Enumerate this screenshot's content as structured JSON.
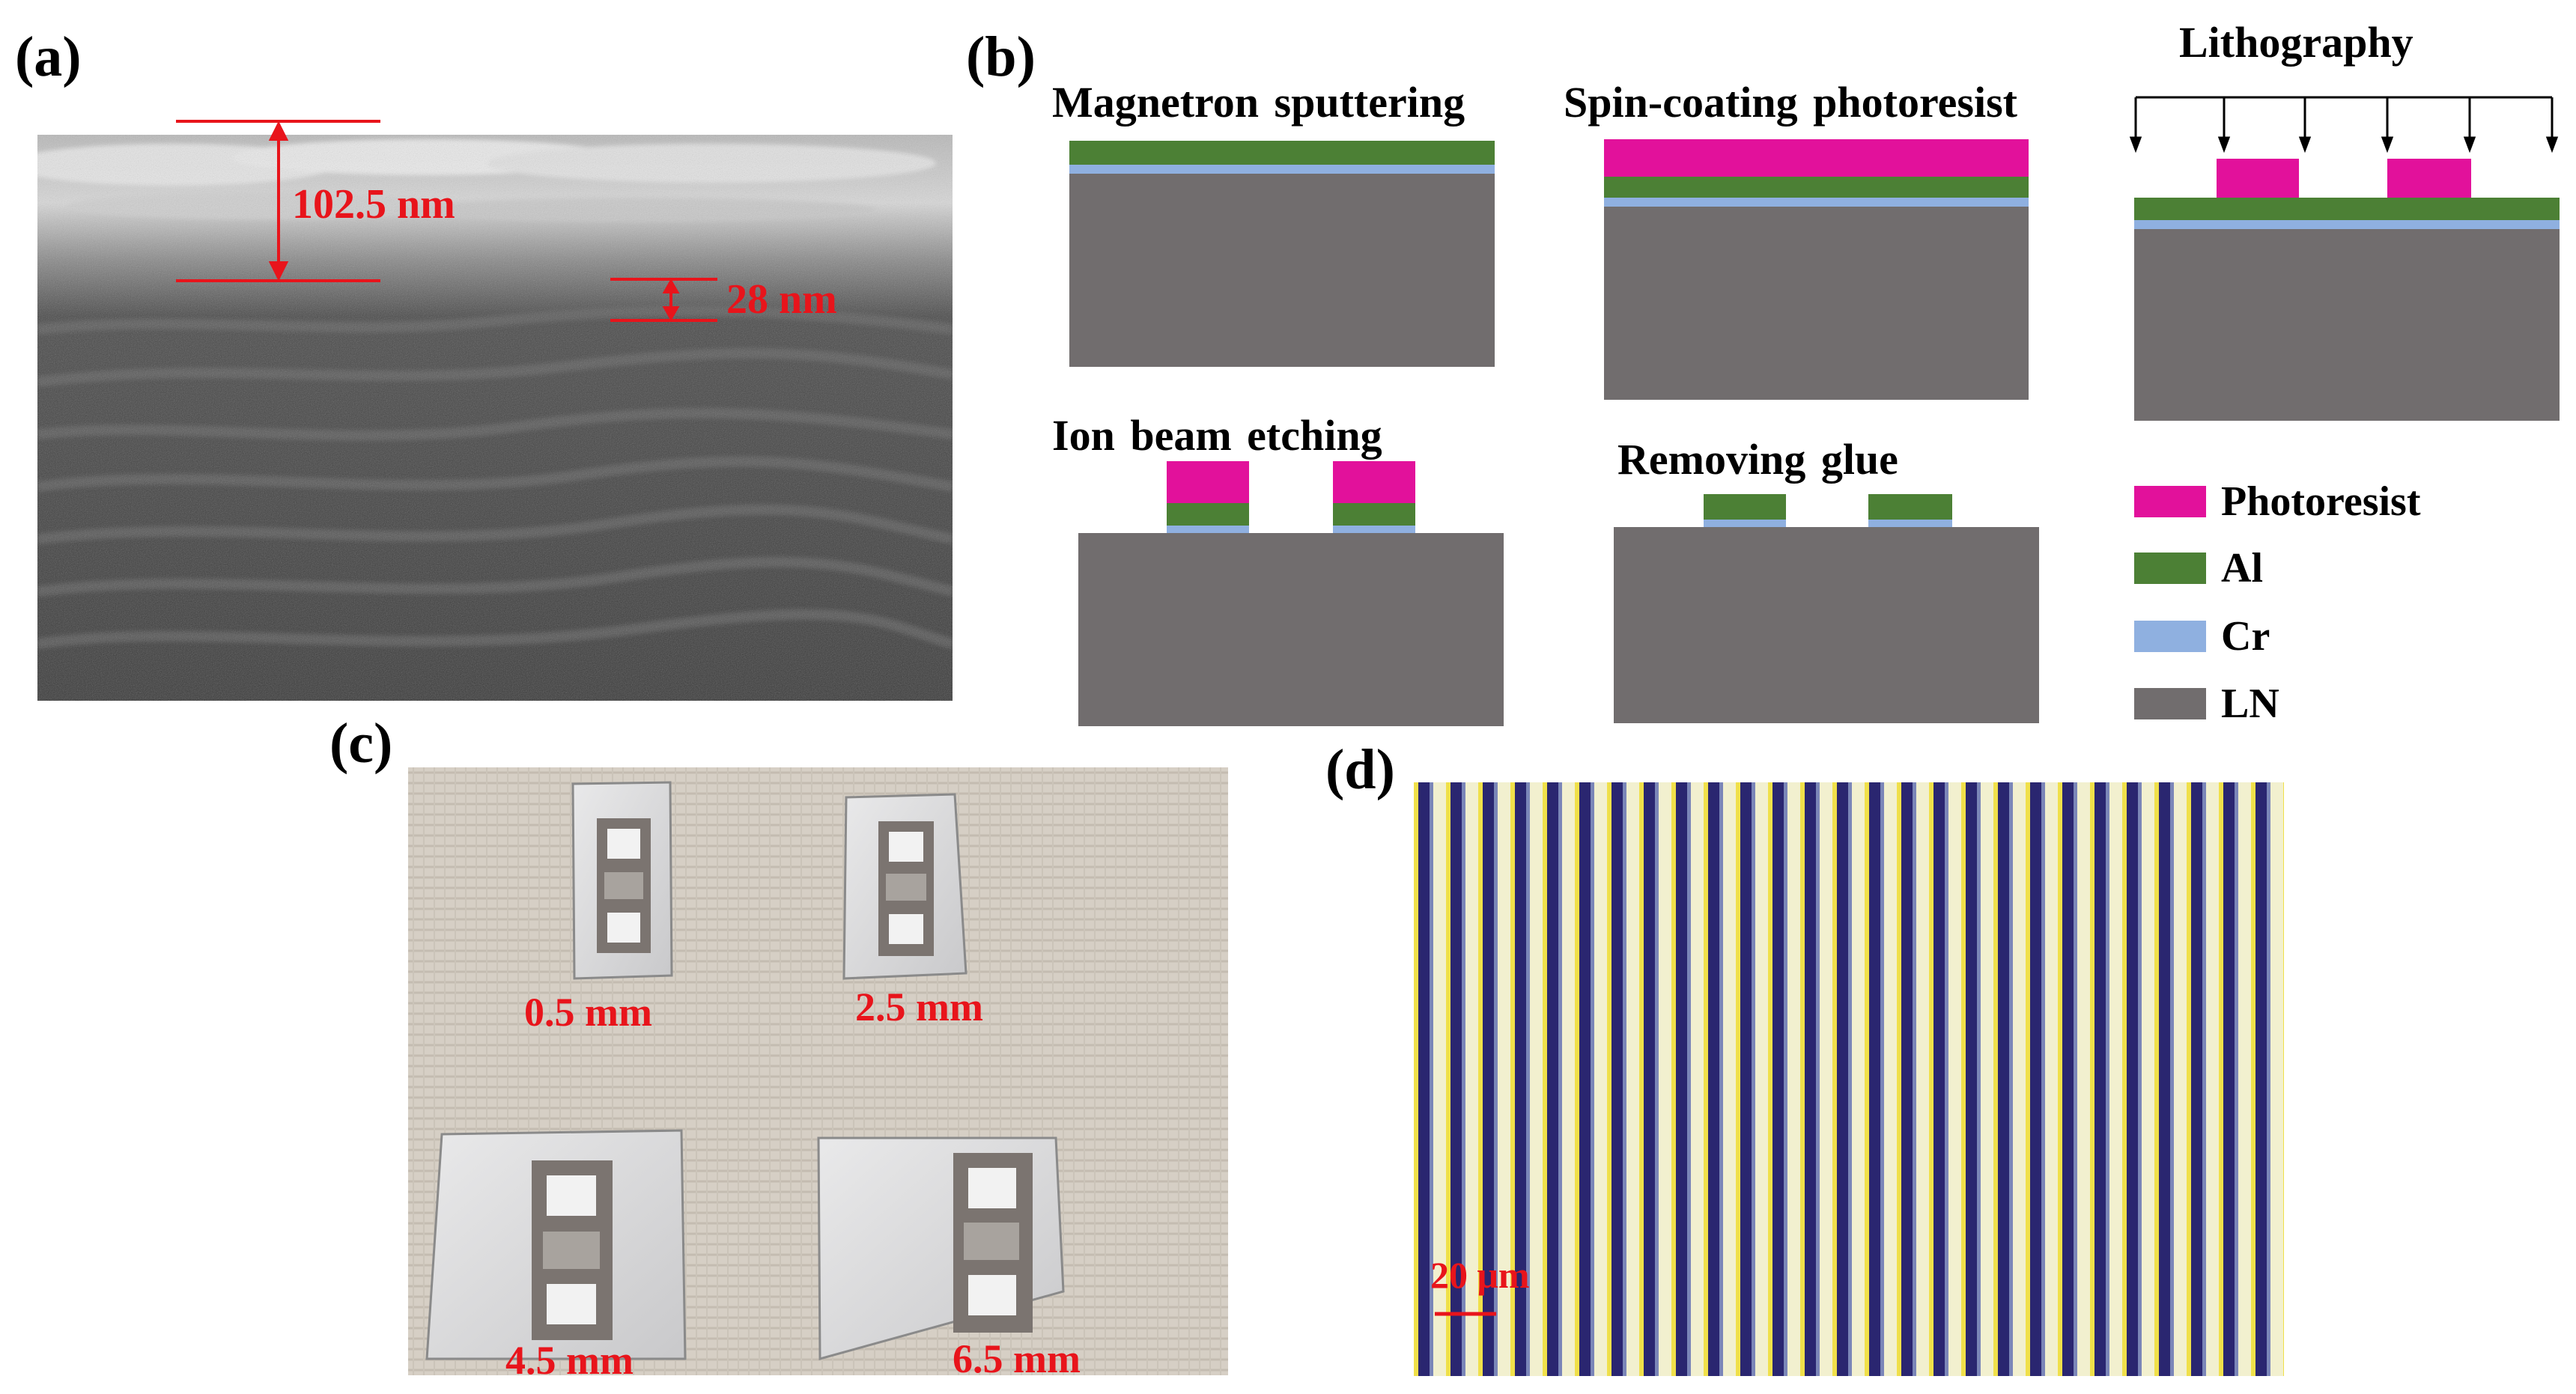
{
  "panels": {
    "a": {
      "label": "(a)",
      "measure_top": "102.5 nm",
      "measure_bottom": "28 nm"
    },
    "b": {
      "label": "(b)",
      "steps": [
        {
          "title": "Magnetron sputtering"
        },
        {
          "title": "Spin-coating photoresist"
        },
        {
          "title": "Lithography"
        },
        {
          "title": "Ion beam etching"
        },
        {
          "title": "Removing glue"
        }
      ],
      "legend": [
        {
          "label": "Photoresist",
          "color": "#e2119b"
        },
        {
          "label": "Al",
          "color": "#4c8035"
        },
        {
          "label": "Cr",
          "color": "#8fb0e0"
        },
        {
          "label": "LN",
          "color": "#716d6e"
        }
      ]
    },
    "c": {
      "label": "(c)",
      "samples": [
        "0.5 mm",
        "2.5 mm",
        "4.5 mm",
        "6.5 mm"
      ]
    },
    "d": {
      "label": "(d)",
      "scale_bar": "20 μm"
    }
  },
  "colors": {
    "annotation_red": "#e8141b",
    "photoresist": "#e2119b",
    "al": "#4c8035",
    "cr": "#8fb0e0",
    "ln": "#716d6e"
  }
}
